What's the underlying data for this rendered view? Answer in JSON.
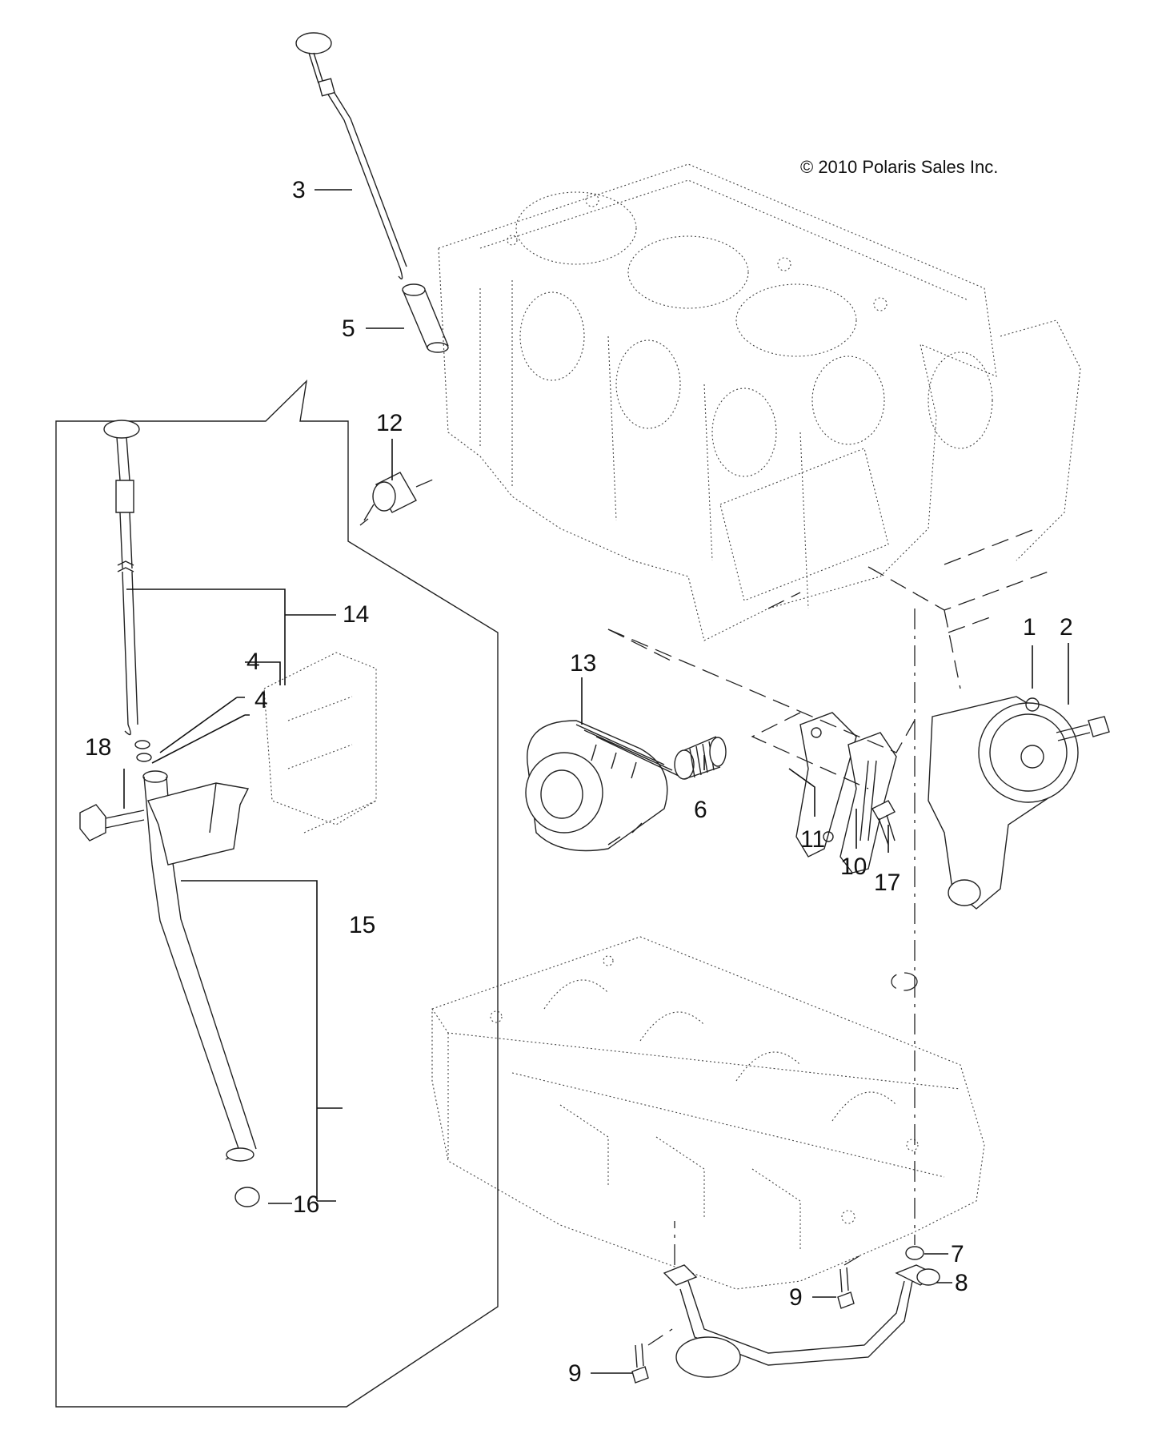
{
  "copyright": "© 2010 Polaris Sales Inc.",
  "callouts": [
    {
      "id": "c1",
      "label": "1"
    },
    {
      "id": "c2",
      "label": "2"
    },
    {
      "id": "c3",
      "label": "3"
    },
    {
      "id": "c4a",
      "label": "4"
    },
    {
      "id": "c4b",
      "label": "4"
    },
    {
      "id": "c5",
      "label": "5"
    },
    {
      "id": "c6",
      "label": "6"
    },
    {
      "id": "c7",
      "label": "7"
    },
    {
      "id": "c8",
      "label": "8"
    },
    {
      "id": "c9a",
      "label": "9"
    },
    {
      "id": "c9b",
      "label": "9"
    },
    {
      "id": "c10",
      "label": "10"
    },
    {
      "id": "c11",
      "label": "11"
    },
    {
      "id": "c12",
      "label": "12"
    },
    {
      "id": "c13",
      "label": "13"
    },
    {
      "id": "c14",
      "label": "14"
    },
    {
      "id": "c15",
      "label": "15"
    },
    {
      "id": "c16",
      "label": "16"
    },
    {
      "id": "c17",
      "label": "17"
    },
    {
      "id": "c18",
      "label": "18"
    }
  ]
}
